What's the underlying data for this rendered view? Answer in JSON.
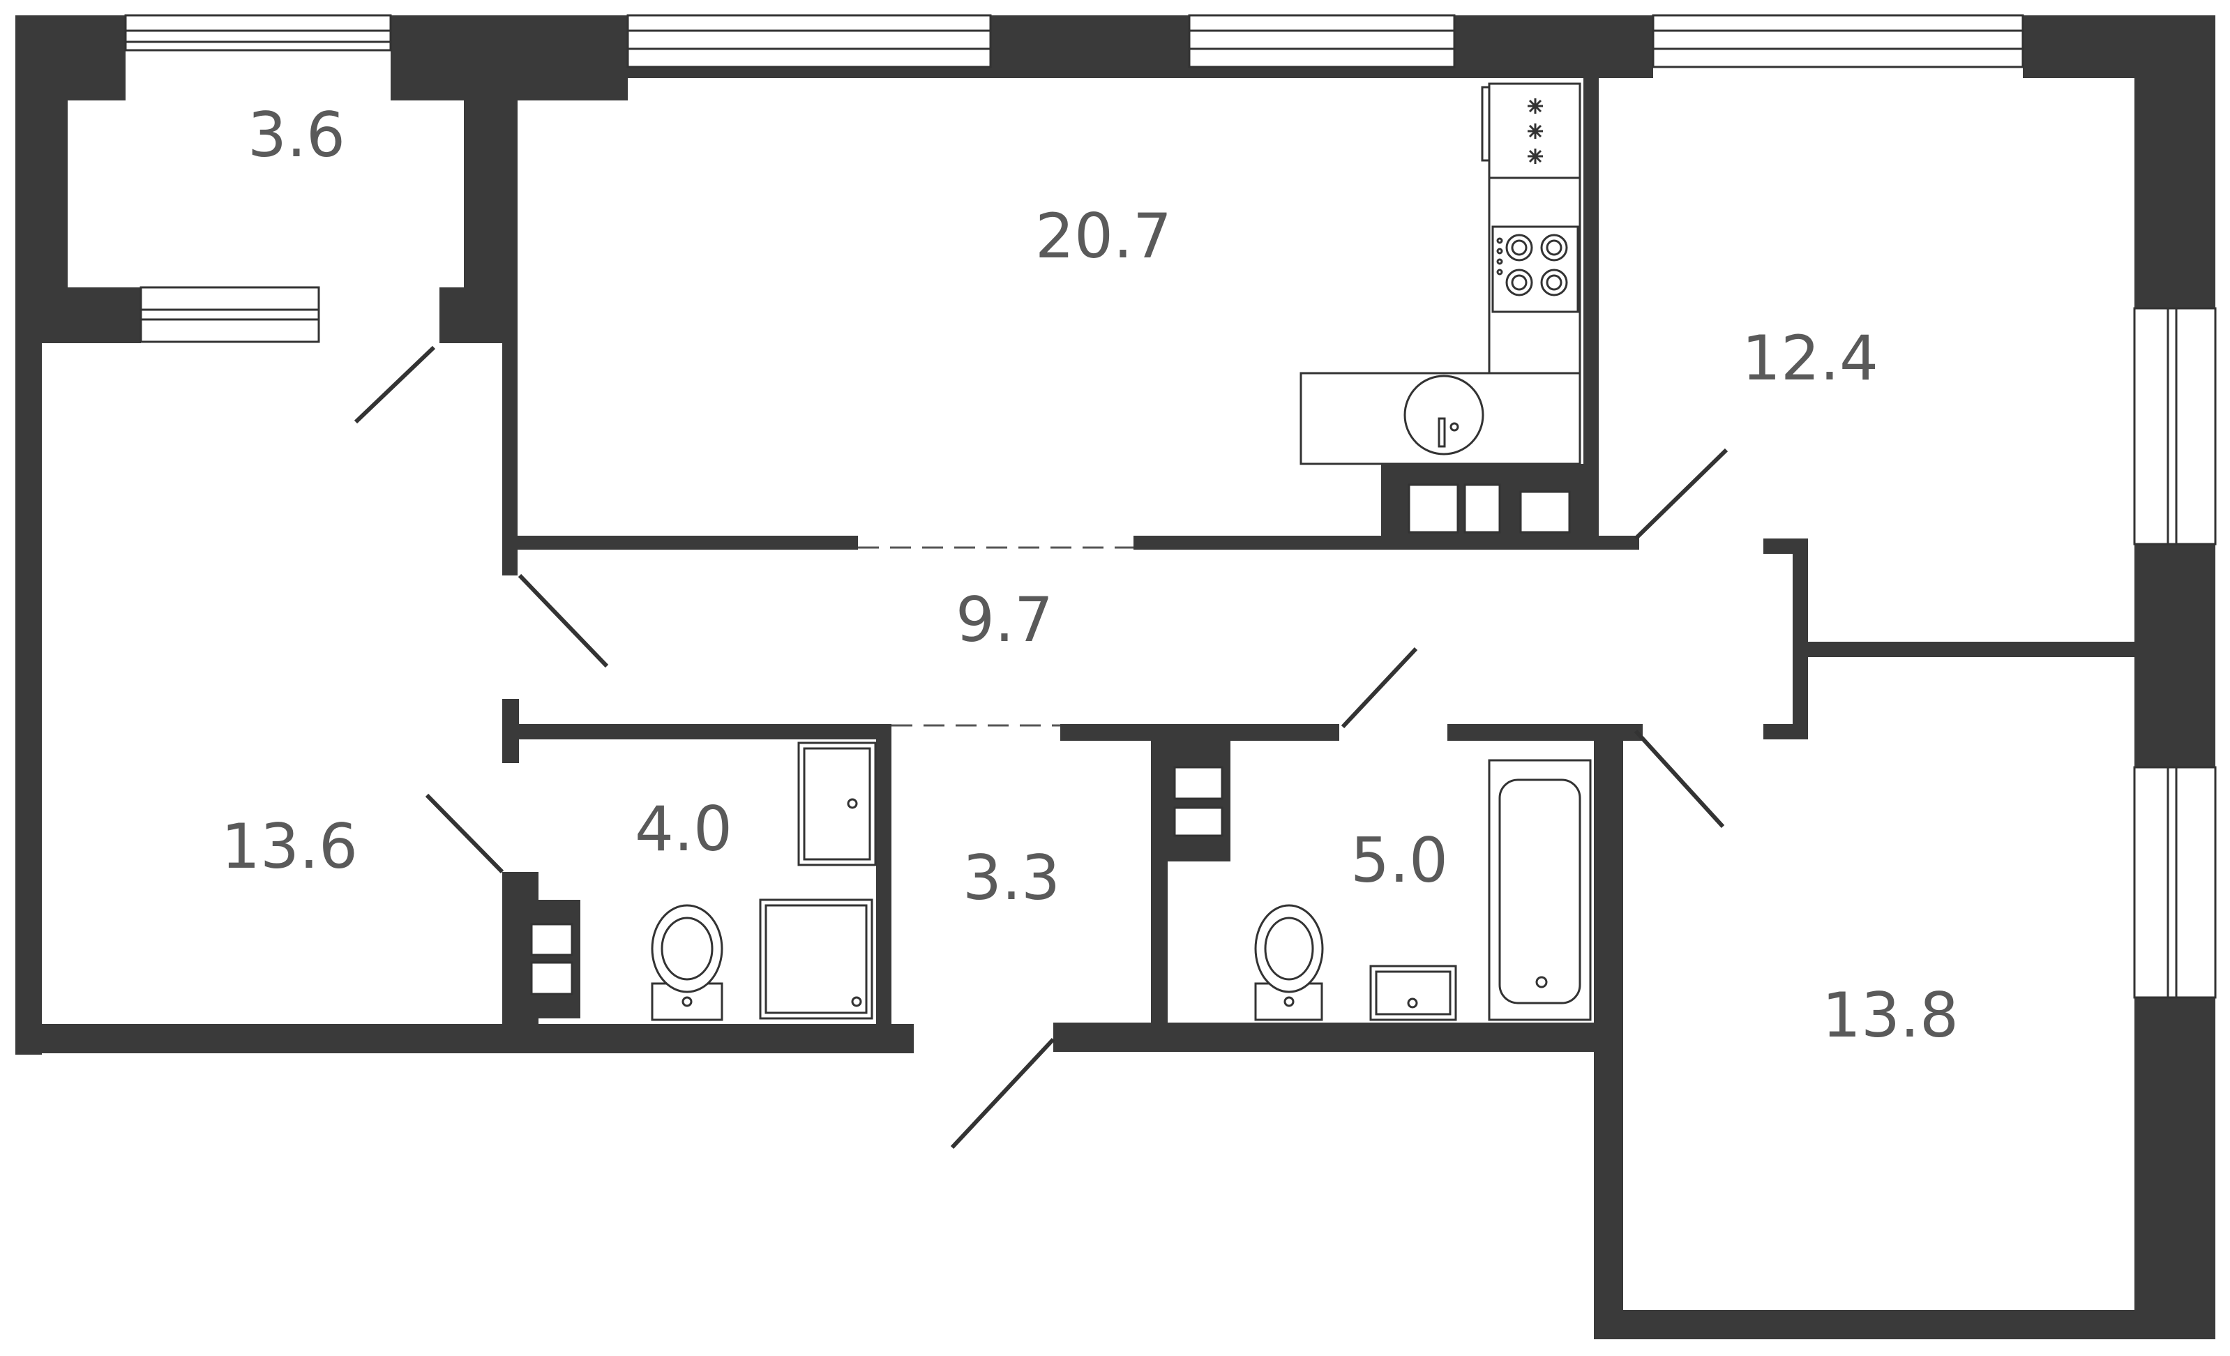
{
  "plan": {
    "colors": {
      "wall": "#3a3a3a",
      "fixture_line": "#333333",
      "label": "#5a5a5a",
      "background": "#ffffff"
    },
    "rooms": [
      {
        "id": "balcony",
        "area": "3.6"
      },
      {
        "id": "kitchen-living",
        "area": "20.7"
      },
      {
        "id": "bedroom-top-right",
        "area": "12.4"
      },
      {
        "id": "hallway",
        "area": "9.7"
      },
      {
        "id": "bedroom-left",
        "area": "13.6"
      },
      {
        "id": "bathroom-left",
        "area": "4.0"
      },
      {
        "id": "entrance",
        "area": "3.3"
      },
      {
        "id": "bathroom-right",
        "area": "5.0"
      },
      {
        "id": "bedroom-bottom-right",
        "area": "13.8"
      }
    ]
  }
}
